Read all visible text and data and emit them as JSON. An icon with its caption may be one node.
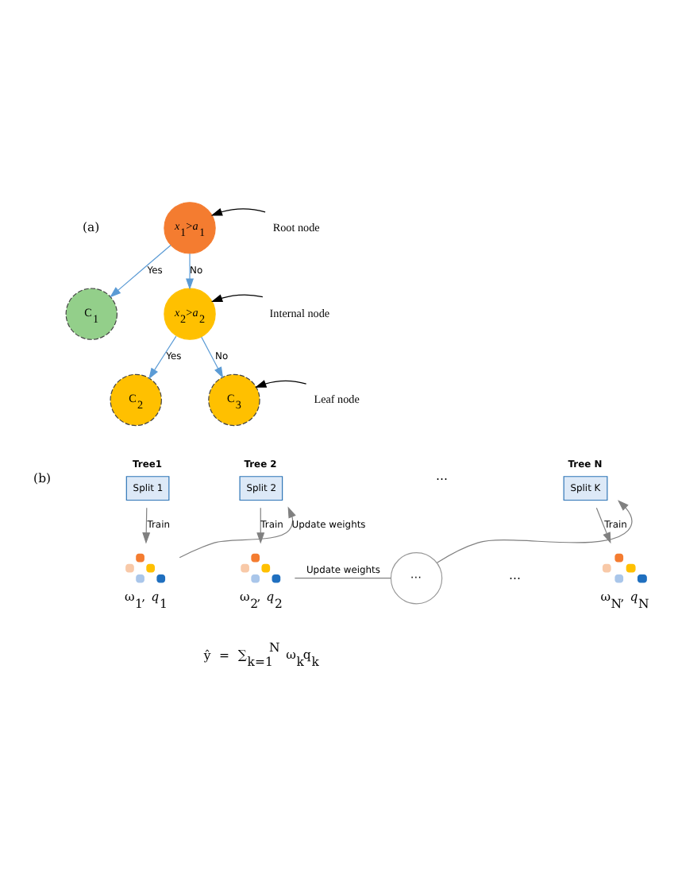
{
  "diagram": {
    "nodes": [
      {
        "text": [
          "*x*$_{1}$>*a*$_{1}$"
        ]
      },
      {
        "text": [
          "C$_{1}$"
        ]
      },
      {
        "text": [
          "*x*$_{2}$>*a*$_{2}$"
        ]
      },
      {
        "text": [
          "C$_{2}$"
        ]
      },
      {
        "text": [
          "C$_{3}$"
        ]
      },
      {
        "text": [
          "Root node"
        ]
      },
      {
        "text": [
          "Internal node"
        ]
      },
      {
        "text": [
          "Leaf node"
        ]
      },
      {
        "text": [
          "Tree1",
          "Split 1"
        ]
      },
      {
        "text": [
          "Tree 2",
          "Split 2"
        ]
      },
      {
        "text": [
          "Tree N",
          "Split K"
        ]
      },
      {
        "text": [],
        "shape": "tree",
        "beside": [
          "ω$_{1}$, *q*$_{1}$"
        ]
      },
      {
        "text": [],
        "shape": "tree",
        "beside": [
          "ω$_{2}$, *q*$_{2}$"
        ]
      },
      {
        "text": [
          "⋯"
        ]
      },
      {
        "text": [],
        "shape": "tree",
        "beside": [
          "ω$_{N}$, *q*$_{N}$"
        ]
      }
    ],
    "edges": [
      {
        "from": 0,
        "to": 1,
        "arrow": "to",
        "label": "Yes",
        "color": "#5b9bd5"
      },
      {
        "from": 0,
        "to": 2,
        "arrow": "to",
        "label": "No",
        "color": "#5b9bd5"
      },
      {
        "from": 2,
        "to": 3,
        "arrow": "to",
        "label": "Yes",
        "color": "#5b9bd5"
      },
      {
        "from": 2,
        "to": 4,
        "arrow": "to",
        "label": "No",
        "color": "#5b9bd5"
      },
      {
        "from": 5,
        "to": 0,
        "arrow": "to",
        "color": "#000000"
      },
      {
        "from": 6,
        "to": 2,
        "arrow": "to",
        "color": "#000000"
      },
      {
        "from": 7,
        "to": 4,
        "arrow": "to",
        "color": "#000000"
      },
      {
        "from": 8,
        "to": 11,
        "arrow": "to",
        "label": "Train"
      },
      {
        "from": 9,
        "to": 12,
        "arrow": "to",
        "label": "Train"
      },
      {
        "from": 10,
        "to": 14,
        "arrow": "to",
        "label": "Train"
      },
      {
        "from": 11,
        "to": 9,
        "arrow": "to",
        "label": "Update weights"
      },
      {
        "from": 12,
        "to": 13,
        "arrow": "none",
        "label": "Update weights"
      },
      {
        "from": 13,
        "to": 10,
        "arrow": "to"
      }
    ],
    "labels": [
      "(a)",
      "(b)",
      "⋯",
      "⋯",
      "ŷ = ∑$_{k=1}$$^{N}$ ω$_{k}$q$_{k}$"
    ]
  }
}
